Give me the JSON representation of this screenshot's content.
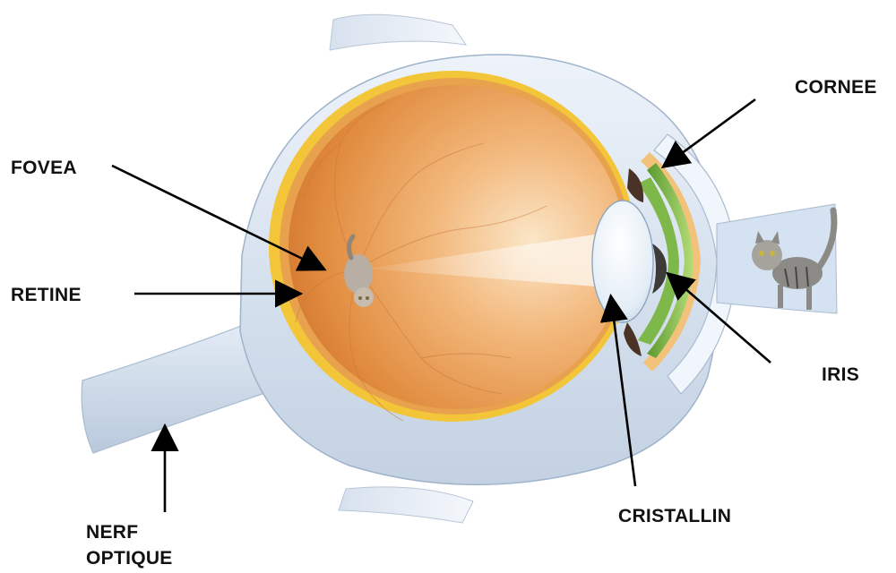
{
  "labels": {
    "fovea": "FOVEA",
    "retine": "RETINE",
    "nerf_line1": "NERF",
    "nerf_line2": "OPTIQUE",
    "cornee": "CORNEE",
    "iris": "IRIS",
    "cristallin": "CRISTALLIN"
  },
  "colors": {
    "arrow": "#000000",
    "sclera": "#dfe8f4",
    "vitreous": "#e59a4e",
    "retina": "#f3c63a",
    "iris": "#8cc04a",
    "lens": "#e8f1f8"
  },
  "icons": {
    "object": "cat",
    "image_on_retina": "inverted-cat"
  }
}
